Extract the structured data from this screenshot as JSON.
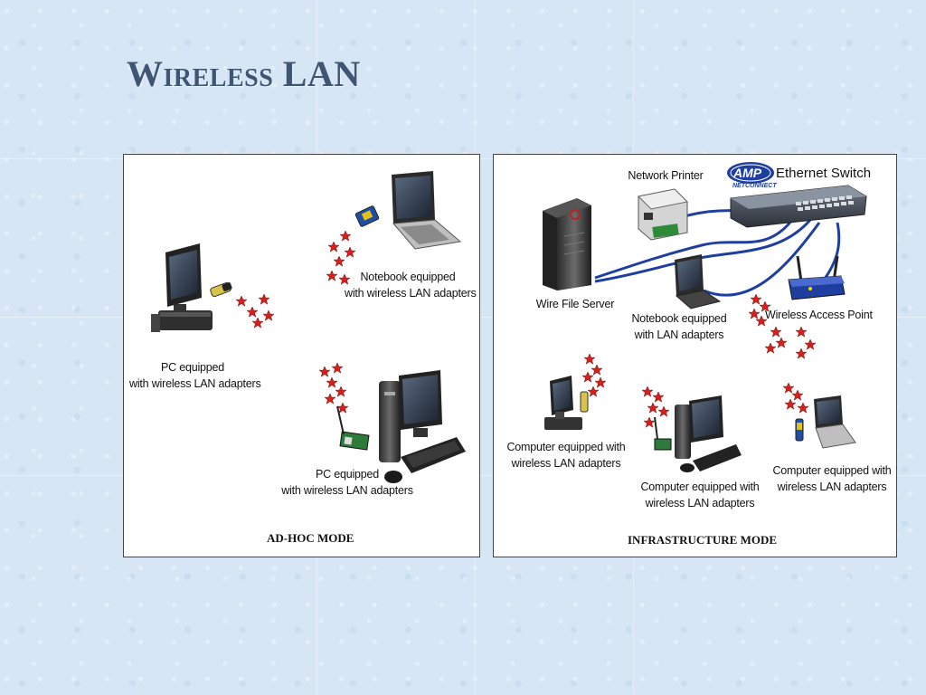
{
  "slide": {
    "title": "Wireless LAN"
  },
  "adhoc": {
    "mode_label": "AD-HOC MODE",
    "pc1_label_1": "PC equipped",
    "pc1_label_2": "with wireless LAN adapters",
    "notebook_label_1": "Notebook equipped",
    "notebook_label_2": "with wireless LAN adapters",
    "pc2_label_1": "PC equipped",
    "pc2_label_2": "with wireless LAN adapters"
  },
  "infrastructure": {
    "mode_label": "INFRASTRUCTURE MODE",
    "printer_label": "Network Printer",
    "switch_brand": "AMP",
    "switch_brand_sub": "NETCONNECT",
    "switch_label": "Ethernet Switch",
    "server_label": "Wire File Server",
    "notebook_label_1": "Notebook equipped",
    "notebook_label_2": "with LAN adapters",
    "ap_label": "Wireless Access Point",
    "comp1_label_1": "Computer equipped with",
    "comp1_label_2": "wireless LAN adapters",
    "comp2_label_1": "Computer equipped with",
    "comp2_label_2": "wireless LAN adapters",
    "comp3_label_1": "Computer equipped with",
    "comp3_label_2": "wireless LAN adapters"
  },
  "colors": {
    "cable": "#1f3fa0",
    "signal_star": "#d6201c",
    "title": "#3e5574"
  }
}
